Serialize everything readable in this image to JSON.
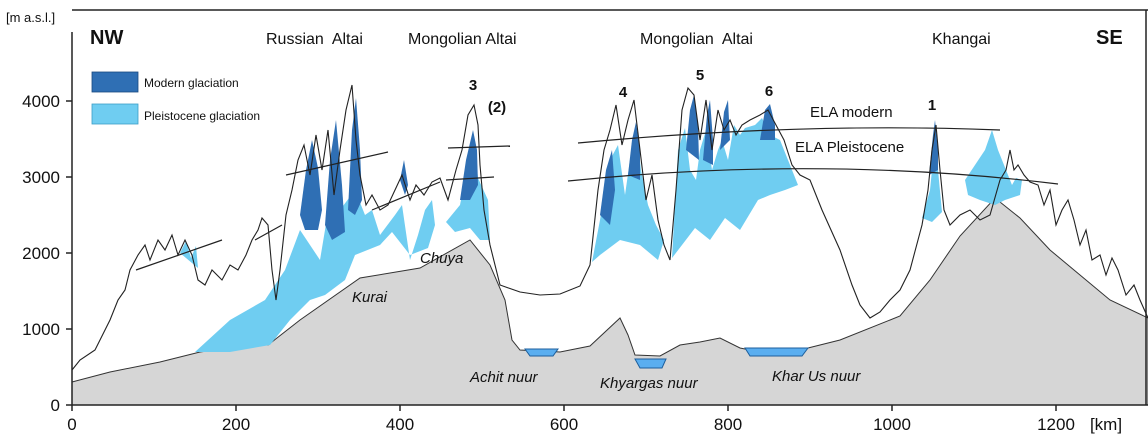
{
  "y_unit": "[m a.s.l.]",
  "x_unit": "[km]",
  "corner_left": "NW",
  "corner_right": "SE",
  "regions": [
    "Russian  Altai",
    "Mongolian Altai",
    "Mongolian  Altai",
    "Khangai"
  ],
  "legend": {
    "modern": "Modern glaciation",
    "pleistocene": "Pleistocene glaciation"
  },
  "colors": {
    "modern": "#2f6fb4",
    "pleistocene": "#6fcdf1",
    "terrain": "#d6d6d6",
    "lake": "#5aaef0"
  },
  "peak_labels": [
    "3",
    "(2)",
    "4",
    "5",
    "6",
    "1"
  ],
  "ela_labels": [
    "ELA modern",
    "ELA Pleistocene"
  ],
  "places": [
    "Kurai",
    "Chuya",
    "Achit nuur",
    "Khyargas nuur",
    "Khar Us nuur"
  ],
  "y_ticks": [
    "0",
    "1000",
    "2000",
    "3000",
    "4000"
  ],
  "x_ticks": [
    "0",
    "200",
    "400",
    "600",
    "800",
    "1000",
    "1200"
  ]
}
